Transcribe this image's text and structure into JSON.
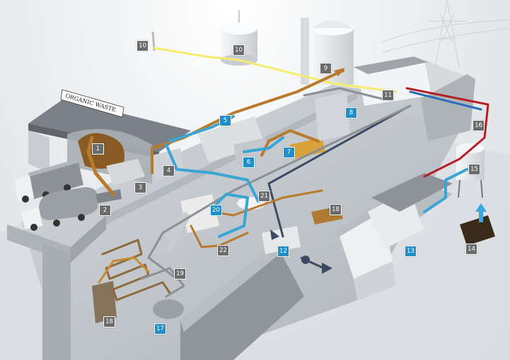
{
  "colors": {
    "label_gray": "#6b6b6b",
    "label_blue": "#1e8fc8",
    "pipe_orange": "#b87a2c",
    "pipe_blue": "#3aa6d4",
    "pipe_yellow": "#f4ec6a",
    "pipe_red": "#b51e24",
    "pipe_gray": "#8c8f93",
    "pipe_navy": "#3c4a63",
    "floor": "#c7ccd1",
    "wall": "#b7bcc1"
  },
  "sign": {
    "text": "ORGANIC WASTE"
  },
  "labels": [
    {
      "id": "1",
      "style": "gray"
    },
    {
      "id": "2",
      "style": "gray"
    },
    {
      "id": "3",
      "style": "gray"
    },
    {
      "id": "4",
      "style": "gray"
    },
    {
      "id": "5",
      "style": "blue"
    },
    {
      "id": "6",
      "style": "blue"
    },
    {
      "id": "7",
      "style": "blue"
    },
    {
      "id": "8",
      "style": "blue"
    },
    {
      "id": "9",
      "style": "gray"
    },
    {
      "id": "10",
      "style": "gray"
    },
    {
      "id": "10",
      "style": "gray"
    },
    {
      "id": "11",
      "style": "gray"
    },
    {
      "id": "12",
      "style": "blue"
    },
    {
      "id": "13",
      "style": "blue"
    },
    {
      "id": "14",
      "style": "gray"
    },
    {
      "id": "15",
      "style": "gray"
    },
    {
      "id": "16",
      "style": "gray"
    },
    {
      "id": "17",
      "style": "blue"
    },
    {
      "id": "18",
      "style": "gray"
    },
    {
      "id": "18",
      "style": "gray"
    },
    {
      "id": "19",
      "style": "gray"
    },
    {
      "id": "20",
      "style": "blue"
    },
    {
      "id": "21",
      "style": "gray"
    },
    {
      "id": "22",
      "style": "gray"
    }
  ]
}
